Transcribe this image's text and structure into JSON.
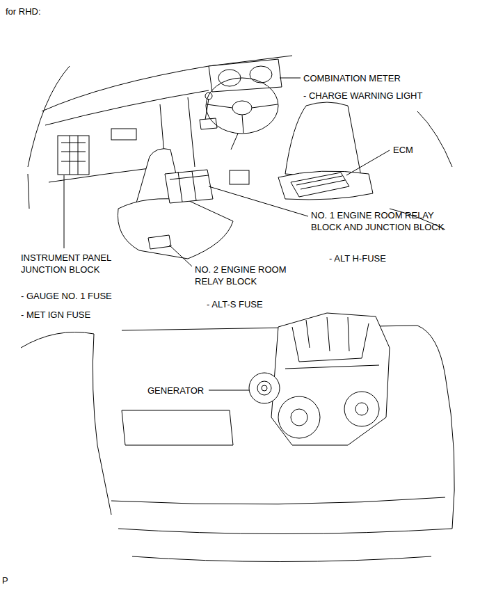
{
  "diagram": {
    "title": "for RHD:",
    "labels": [
      "COMBINATION METER",
      "- CHARGE WARNING LIGHT",
      "ECM",
      "NO. 1 ENGINE ROOM RELAY BLOCK AND JUNCTION BLOCK",
      "INSTRUMENT PANEL JUNCTION BLOCK",
      "- ALT H-FUSE",
      "NO. 2 ENGINE ROOM RELAY BLOCK",
      "- GAUGE NO. 1 FUSE",
      "- ALT-S FUSE",
      "- MET IGN FUSE",
      "GENERATOR",
      "P"
    ]
  }
}
